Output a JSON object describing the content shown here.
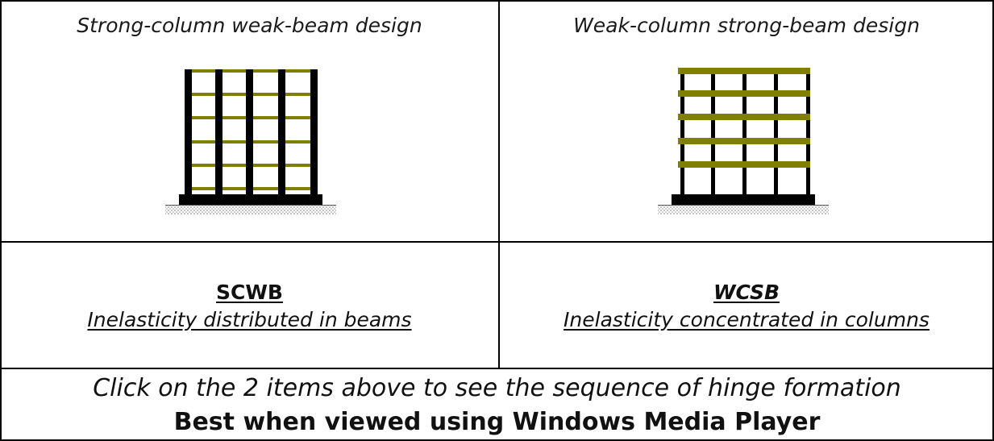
{
  "colors": {
    "frame": "#000000",
    "beam": "#808000",
    "border": "#000000",
    "ground": "#888888"
  },
  "cells": {
    "left_top": {
      "caption": "Strong-column weak-beam design"
    },
    "right_top": {
      "caption": "Weak-column strong-beam design"
    },
    "left_mid": {
      "acronym": "SCWB",
      "description": "Inelasticity distributed in beams"
    },
    "right_mid": {
      "acronym": "WCSB",
      "description": "Inelasticity concentrated in columns"
    }
  },
  "footer": {
    "instruction": "Click on the 2 items above to see the sequence of hinge formation",
    "note": "Best when viewed using Windows Media Player"
  },
  "frames": {
    "scwb": {
      "columns": 5,
      "beams": 6,
      "column_style": "thick",
      "beam_style": "thin"
    },
    "wcsb": {
      "columns": 5,
      "beams": 5,
      "column_style": "thin",
      "beam_style": "thick"
    }
  }
}
